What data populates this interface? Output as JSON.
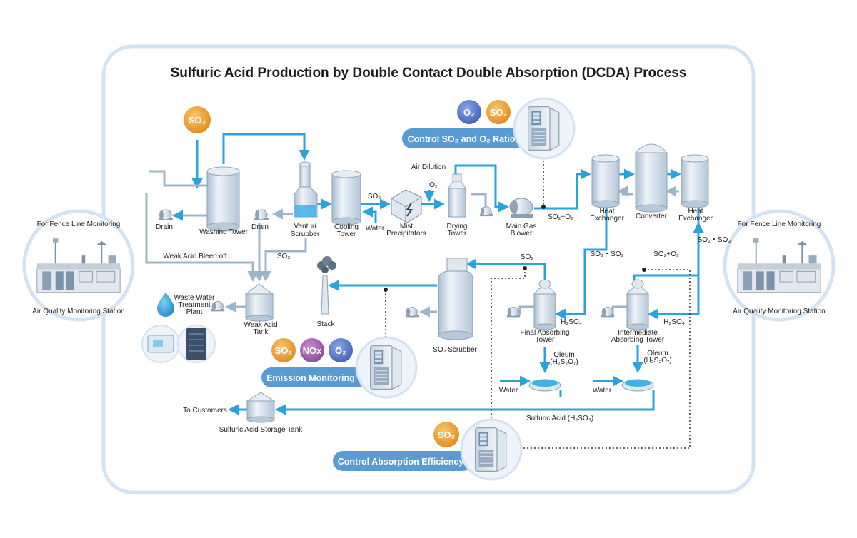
{
  "title": "Sulfuric Acid Production by Double Contact Double Absorption (DCDA) Process",
  "colors": {
    "flow_blue": "#2aa3dd",
    "return_gray": "#9eb4c8",
    "frame_border": "#d4e3f1",
    "pill_blue": "#5a9bd3",
    "badge_so2": "#e89a2a",
    "badge_o2": "#4f6fc4",
    "badge_nox": "#9b59a8"
  },
  "badges": {
    "so2": "SO₂",
    "o2": "O₂",
    "nox": "NOx"
  },
  "control_pills": {
    "ratio": "Control SO₂ and O₂ Ratio",
    "emission": "Emission Monitoring",
    "absorption": "Control Absorption Efficiency"
  },
  "stations": {
    "left_top": "For Fence Line Monitoring",
    "left_bottom": "Air Quality Monitoring Station",
    "right_top": "For Fence Line Monitoring",
    "right_bottom": "Air Quality Monitoring Station"
  },
  "equipment": {
    "drain": "Drain",
    "washing_tower": "Washing Tower",
    "venturi_1": "Venturi",
    "venturi_2": "Scrubber",
    "cooling_1": "Cooling",
    "cooling_2": "Tower",
    "mist_1": "Mist",
    "mist_2": "Precipitators",
    "drying_1": "Drying",
    "drying_2": "Tower",
    "blower_1": "Main Gas",
    "blower_2": "Blower",
    "hx_1": "Heat",
    "hx_2": "Exchanger",
    "converter": "Converter",
    "stack": "Stack",
    "so2_scrubber": "SO₂ Scrubber",
    "weak_tank_1": "Weak Acid",
    "weak_tank_2": "Tank",
    "wwtp_1": "Waste Water",
    "wwtp_2": "Treatment",
    "wwtp_3": "Plant",
    "final_1": "Final Absorbing",
    "final_2": "Tower",
    "inter_1": "Intermediate",
    "inter_2": "Absorbing Tower",
    "storage": "Sulfuric Acid Storage Tank"
  },
  "streams": {
    "so2": "SO₂",
    "water": "Water",
    "air_dilution": "Air Dilution",
    "o2": "O₂",
    "so2_o2": "SO₂+O₂",
    "so3_so2": "SO₃・SO₂",
    "so2_so3": "SO₂・SO₃",
    "weak_acid_bleed": "Weak Acid Bleed off",
    "h2so4": "H₂SO₄",
    "oleum": "Oleum",
    "oleum_formula": "(H₂S₂O₇)",
    "sulfuric_acid": "Sulfuric Acid (H₂SO₄)",
    "to_customers": "To Customers"
  }
}
